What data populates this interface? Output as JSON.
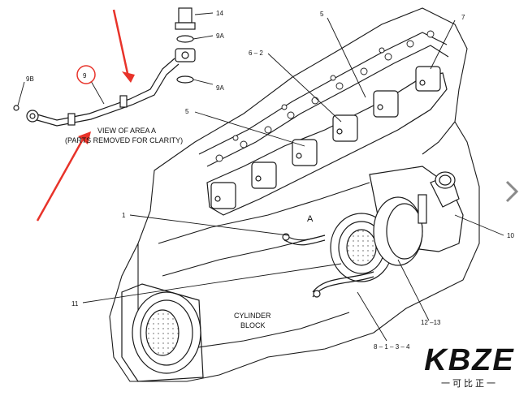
{
  "callouts": {
    "c14": "14",
    "c9a_top": "9A",
    "c9a_bot": "9A",
    "c9b": "9B",
    "c9": "9",
    "c5_top": "5",
    "c7": "7",
    "c62": "6 – 2",
    "c5_mid": "5",
    "c1": "1",
    "c10": "10",
    "c11": "11",
    "c1213": "12 –13",
    "c8134": "8 – 1 – 3 – 4",
    "cA": "A"
  },
  "captions": {
    "view_line1": "VIEW OF AREA  A",
    "view_line2": "(PARTS REMOVED FOR CLARITY)",
    "block_line1": "CYLINDER",
    "block_line2": "BLOCK"
  },
  "watermark": {
    "brand": "KBZE",
    "tagline": "一可比正一"
  },
  "colors": {
    "annotation_arrow": "#e8332a",
    "linework": "#1a1a1a",
    "brand": "#111111"
  },
  "icons": {
    "next": "chevron-right-icon"
  }
}
